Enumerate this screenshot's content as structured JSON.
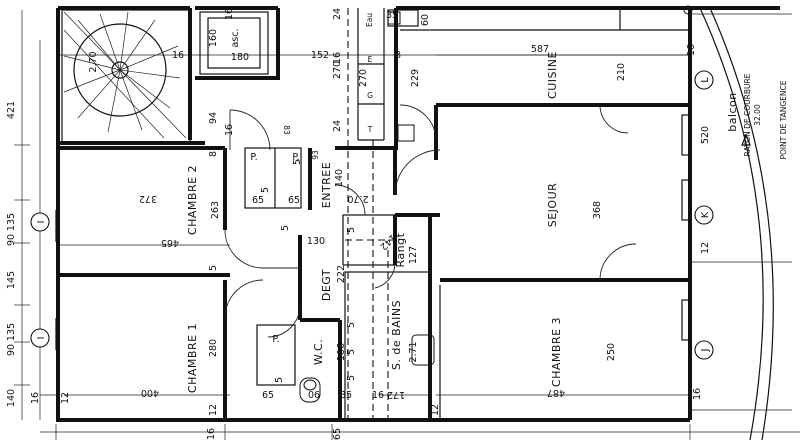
{
  "rooms": {
    "chambre2": "CHAMBRE 2",
    "chambre1": "CHAMBRE 1",
    "chambre3": "CHAMBRE 3",
    "sejour": "SEJOUR",
    "cuisine": "CUISINE",
    "entree": "ENTREE",
    "degt": "DEGT",
    "rangt": "Rangt",
    "sdb": "S. de BAINS",
    "wc": "W.C.",
    "asc": "asc.",
    "balcon": "balcon",
    "rayon": "RAYON DE COURBURE",
    "rayon_val": "32.00",
    "tangence": "POINT DE TANGENCE"
  },
  "axes": [
    "I",
    "I",
    "L",
    "K",
    "J"
  ],
  "dims": {
    "d421": "421",
    "d135a": "135",
    "d90a": "90",
    "d145": "145",
    "d135b": "135",
    "d90b": "90",
    "d140": "140",
    "d16l": "16",
    "d12l": "12",
    "d16b": "16",
    "d65b": "65",
    "d16t1": "16",
    "d24t": "24",
    "d35t": "35",
    "d60t": "60",
    "d160": "160",
    "d180": "180",
    "d152": "152",
    "d16m": "16",
    "d8m": "8",
    "d270s": "270",
    "d20s": "2.70",
    "d16st": "16",
    "d270c": "270",
    "d229": "229",
    "d587": "587",
    "d210": "210",
    "d16r": "16",
    "d94": "94",
    "d16a": "16",
    "d24a": "24",
    "d8a": "8",
    "d83": "83",
    "d93": "93",
    "d140e": "140",
    "d372": "372",
    "d263": "263",
    "d5a": "5",
    "d65c": "65",
    "d65d": "65",
    "d5b": "5",
    "d465": "465",
    "d130": "130",
    "d5c": "5",
    "d5d": "5",
    "d5e": "5",
    "d222": "222",
    "d127": "127",
    "d2270": "2.70",
    "d142": "142",
    "d368": "368",
    "d520": "520",
    "d12r": "12",
    "d280": "280",
    "d106": "106",
    "d5f": "5",
    "d5g": "5",
    "d271": "2.71",
    "d250": "250",
    "d400": "400",
    "d65e": "65",
    "d06": "06",
    "d35b": "35",
    "d172": "172",
    "d487": "487",
    "d16c": "16",
    "d5h": "5",
    "d5i": "5",
    "d12b": "12",
    "d12c": "12",
    "d16d": "16",
    "p1": "P.",
    "p2": "P.",
    "p3": "P.",
    "eau": "Eau",
    "e": "E",
    "g": "G",
    "t": "T"
  }
}
